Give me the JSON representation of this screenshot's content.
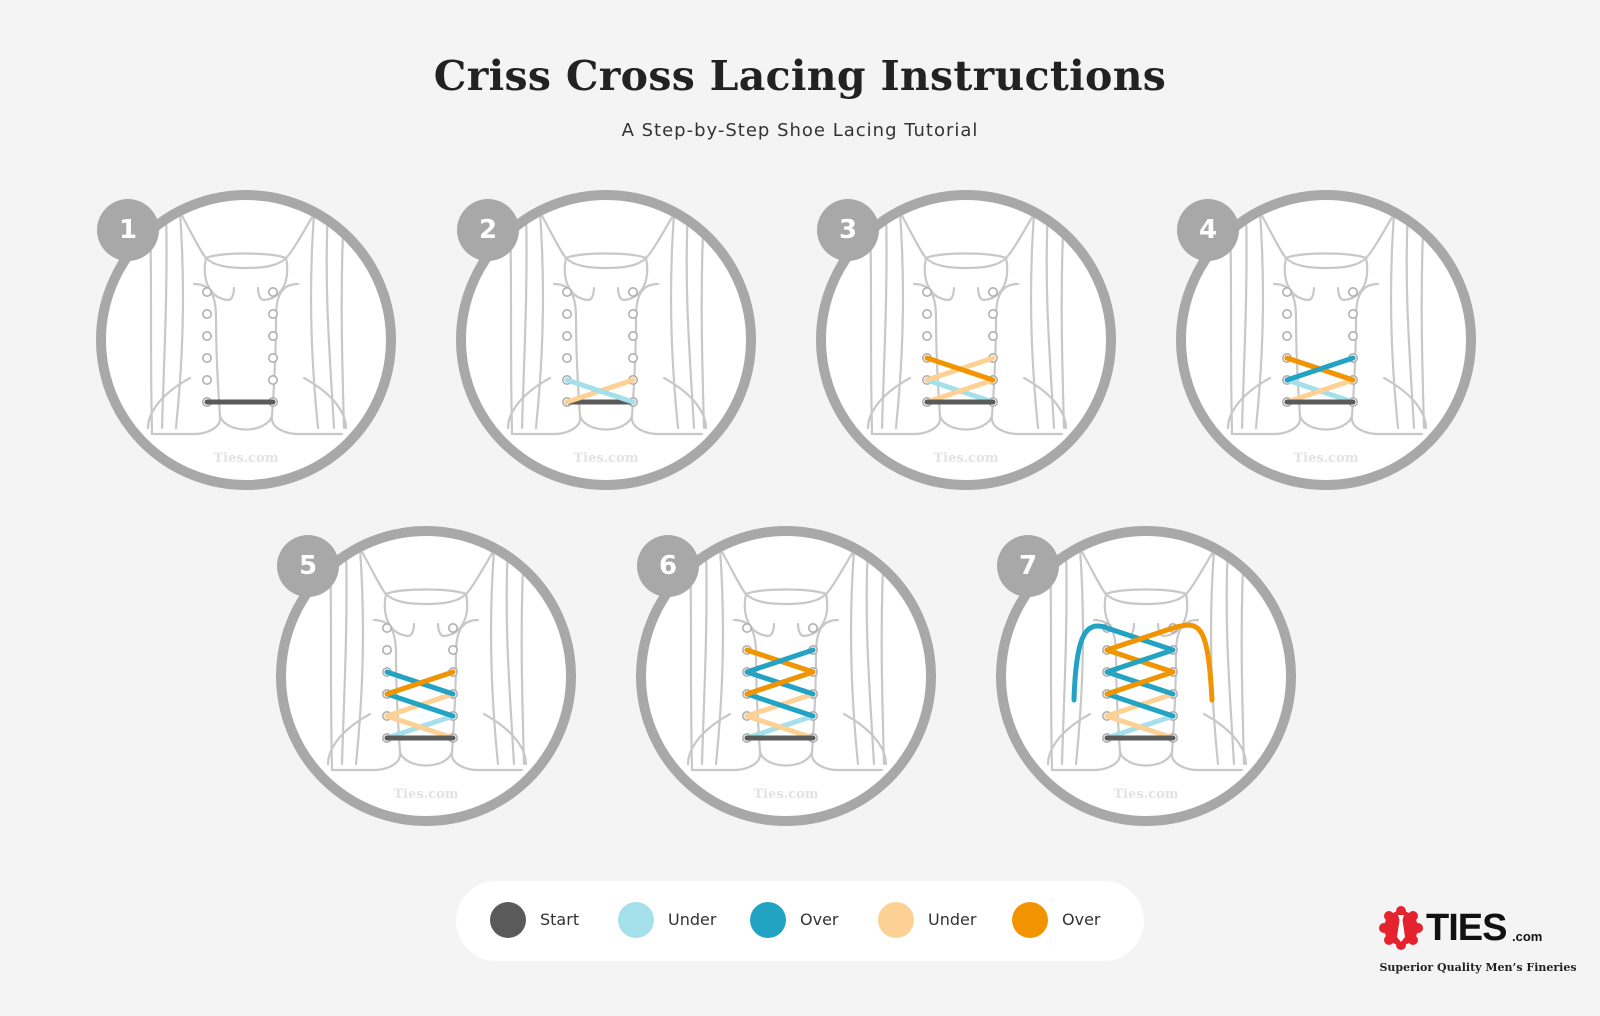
{
  "header": {
    "title": "Criss Cross Lacing Instructions",
    "subtitle": "A Step-by-Step Shoe Lacing Tutorial"
  },
  "steps": [
    {
      "number": "1",
      "watermark": "Ties.com"
    },
    {
      "number": "2",
      "watermark": "Ties.com"
    },
    {
      "number": "3",
      "watermark": "Ties.com"
    },
    {
      "number": "4",
      "watermark": "Ties.com"
    },
    {
      "number": "5",
      "watermark": "Ties.com"
    },
    {
      "number": "6",
      "watermark": "Ties.com"
    },
    {
      "number": "7",
      "watermark": "Ties.com"
    }
  ],
  "legend": [
    {
      "label": "Start",
      "color": "#5a5a5a"
    },
    {
      "label": "Under",
      "color": "#a4e0ea"
    },
    {
      "label": "Over",
      "color": "#23a3c3"
    },
    {
      "label": "Under",
      "color": "#fcd193"
    },
    {
      "label": "Over",
      "color": "#f29400"
    }
  ],
  "colors": {
    "ring": "#a8a8a8",
    "badge": "#a8a8a8",
    "shoe_outline": "#c8c8c8",
    "background": "#f4f4f4"
  },
  "brand": {
    "logo_text": "TIES",
    "logo_suffix": ".com",
    "tagline": "Superior Quality Men’s Fineries",
    "icon": "necktie-seal-icon"
  }
}
